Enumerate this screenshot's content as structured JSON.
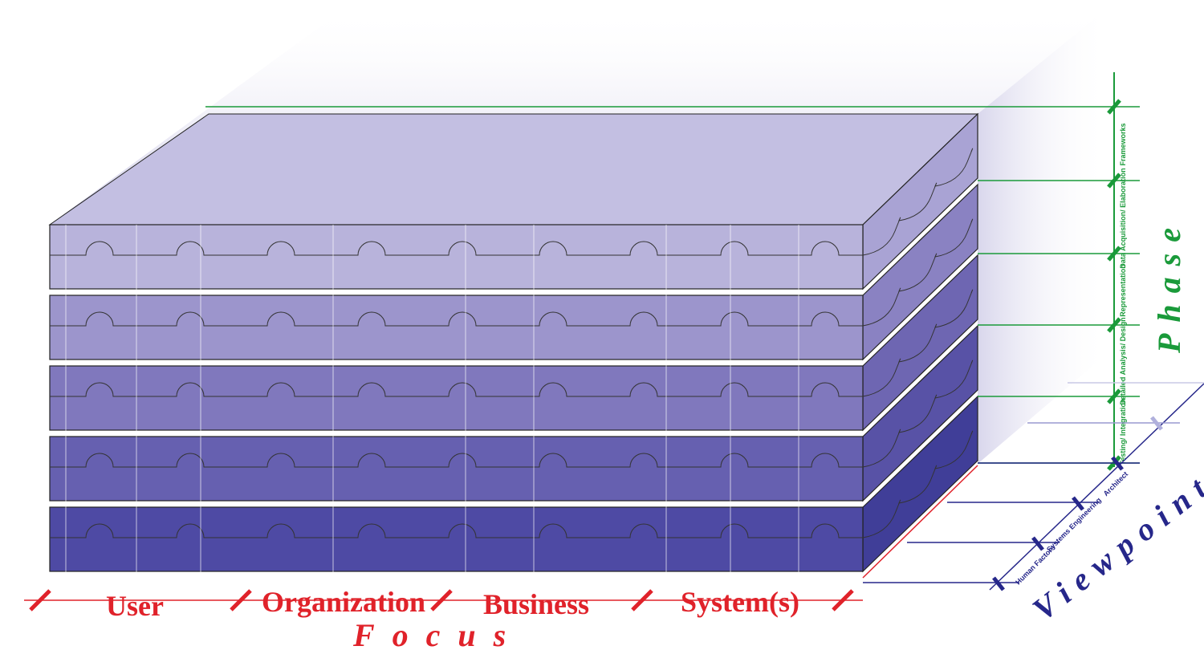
{
  "focus": {
    "title": "Focus",
    "items": [
      "User",
      "Organization",
      "Business",
      "System(s)"
    ]
  },
  "phase": {
    "title": "Phase",
    "items": [
      "Frameworks",
      "Data Acquisition/ Elaboration",
      "Representation",
      "Detailed Analysis/ Design",
      "Testing/ Integration"
    ]
  },
  "viewpoint": {
    "title": "Viewpoint",
    "items": [
      "Human Factors",
      "Systems Engineering",
      "Architect"
    ]
  },
  "colors": {
    "focus": "#e0222a",
    "phase": "#1a9a3a",
    "viewpoint": "#26278a",
    "slab_top": "#c4c0e2",
    "slab_bottom": "#3a3a9a"
  }
}
